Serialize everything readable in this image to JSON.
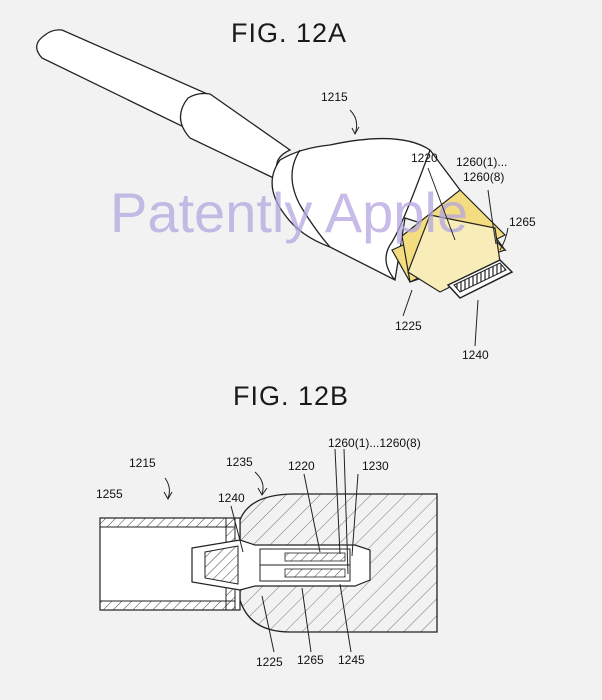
{
  "figures": {
    "a": {
      "title": "FIG. 12A",
      "labels": {
        "plug": "1215",
        "tongue": "1220",
        "contacts_line1": "1260(1)...",
        "contacts_line2": "1260(8)",
        "ring": "1265",
        "body": "1225",
        "frame": "1240"
      }
    },
    "b": {
      "title": "FIG. 12B",
      "labels": {
        "plug": "1215",
        "tongue": "1220",
        "contacts": "1260(1)...1260(8)",
        "housing": "1230",
        "insert": "1235",
        "frame": "1240",
        "cable": "1255",
        "body": "1225",
        "ring": "1265",
        "seal": "1245"
      }
    }
  },
  "watermark": "Patently Apple"
}
